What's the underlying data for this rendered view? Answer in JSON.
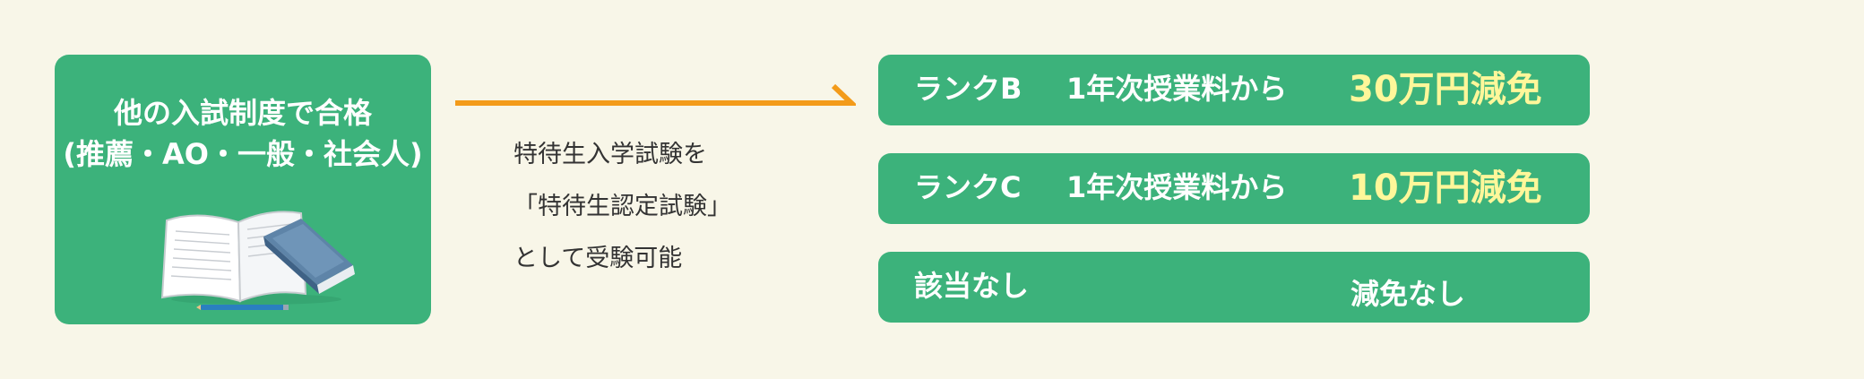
{
  "left_card": {
    "title_line1": "他の入試制度で合格",
    "title_line2": "(推薦・AO・一般・社会人)",
    "illustration": "books-icon"
  },
  "middle": {
    "line1": "特待生入学試験を",
    "line2": "「特待生認定試験」",
    "line3": "として受験可能"
  },
  "rows": [
    {
      "rank": "ランクB",
      "fee": "1年次授業料から",
      "exemption": "30万円減免"
    },
    {
      "rank": "ランクC",
      "fee": "1年次授業料から",
      "exemption": "10万円減免"
    },
    {
      "rank": "該当なし",
      "fee": "",
      "exemption": "減免なし"
    }
  ],
  "colors": {
    "background": "#f8f6e8",
    "green": "#3cb27b",
    "arrow": "#f39b1a",
    "highlight": "#fff79a"
  }
}
